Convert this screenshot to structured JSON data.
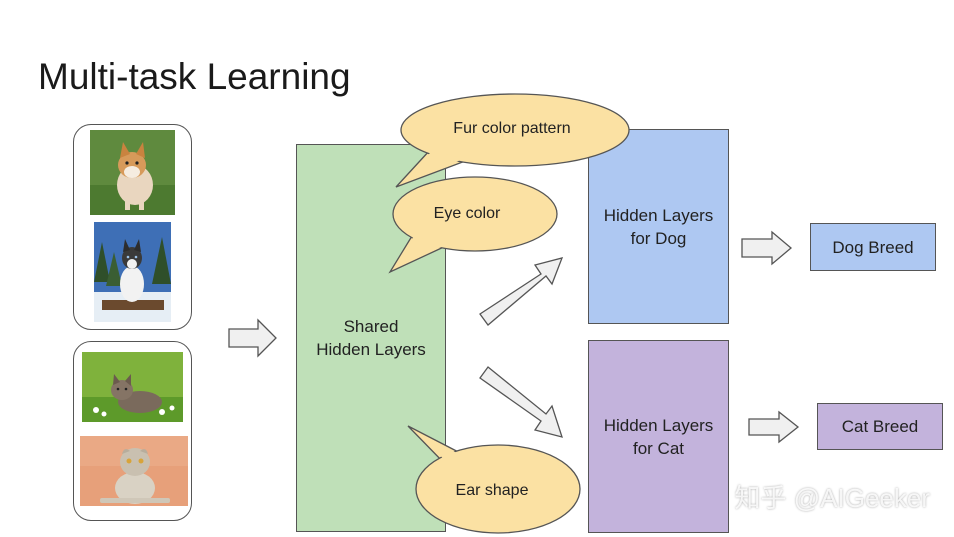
{
  "title": "Multi-task Learning",
  "shared": {
    "label": "Shared\nHidden Layers"
  },
  "dog_layers": {
    "label": "Hidden Layers\nfor Dog"
  },
  "cat_layers": {
    "label": "Hidden Layers\nfor Cat"
  },
  "bubbles": {
    "fur": "Fur color pattern",
    "eye": "Eye color",
    "ear": "Ear shape"
  },
  "outputs": {
    "dog": "Dog Breed",
    "cat": "Cat Breed"
  },
  "watermark": "知乎 @AIGeeker",
  "colors": {
    "shared": "#bfe0b8",
    "dog": "#aec8f2",
    "cat": "#c3b3dc",
    "bubble": "#fbe1a3",
    "arrow": "#f0f0f0"
  }
}
